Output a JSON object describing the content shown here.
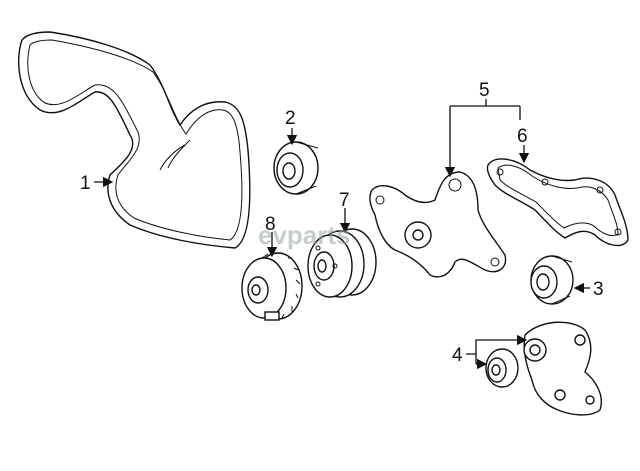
{
  "diagram": {
    "watermark": "evparts",
    "callouts": [
      "1",
      "2",
      "3",
      "4",
      "5",
      "6",
      "7",
      "8"
    ]
  }
}
